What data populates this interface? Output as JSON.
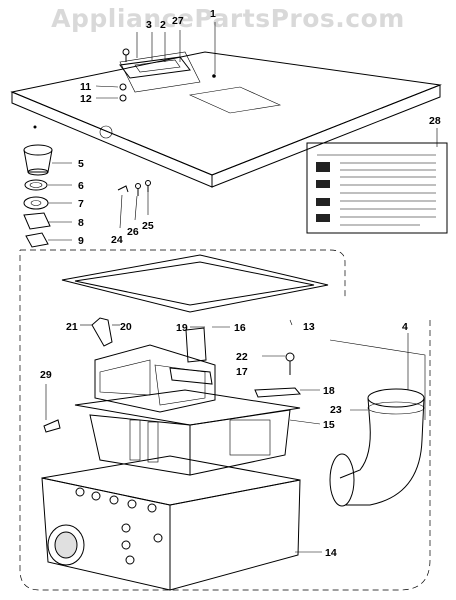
{
  "watermark": "AppliancePartsPros.com",
  "callouts": {
    "c1": "1",
    "c2": "2",
    "c3": "3",
    "c4": "4",
    "c5": "5",
    "c6": "6",
    "c7": "7",
    "c8": "8",
    "c9": "9",
    "c11": "11",
    "c12": "12",
    "c13": "13",
    "c14": "14",
    "c15": "15",
    "c16": "16",
    "c17": "17",
    "c18": "18",
    "c19": "19",
    "c20": "20",
    "c21": "21",
    "c22": "22",
    "c23": "23",
    "c24": "24",
    "c25": "25",
    "c26": "26",
    "c27": "27",
    "c28": "28",
    "c29": "29"
  }
}
